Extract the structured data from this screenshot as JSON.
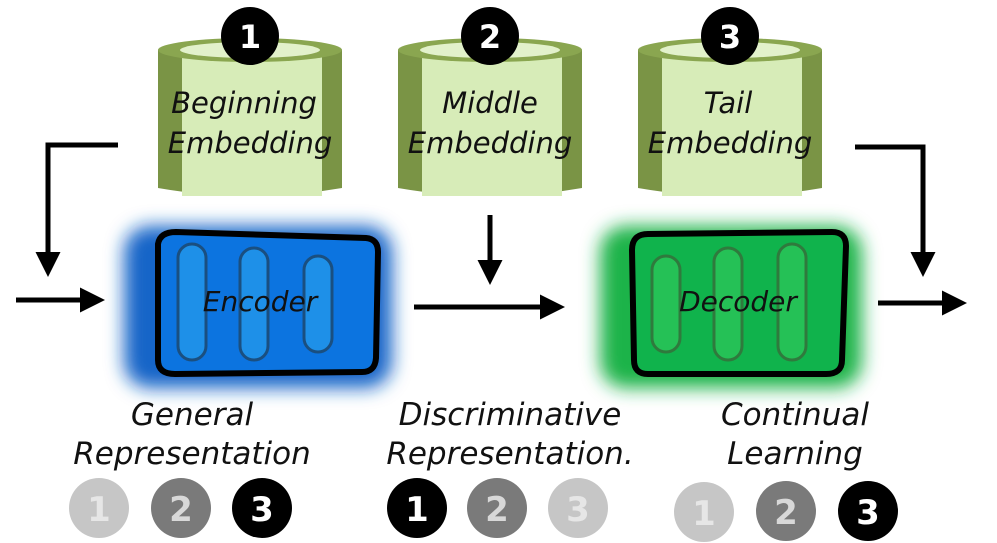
{
  "embeddings": [
    {
      "number": "1",
      "line1": "Beginning",
      "line2": "Embedding"
    },
    {
      "number": "2",
      "line1": "Middle",
      "line2": "Embedding"
    },
    {
      "number": "3",
      "line1": "Tail",
      "line2": "Embedding"
    }
  ],
  "encoder": {
    "label": "Encoder",
    "glow_color": "#1565c8",
    "body_color": "#0c74e0"
  },
  "decoder": {
    "label": "Decoder",
    "glow_color": "#1bb34a",
    "body_color": "#10b34c"
  },
  "captions": [
    {
      "line1": "General",
      "line2": "Representation"
    },
    {
      "line1": "Discriminative",
      "line2": "Representation."
    },
    {
      "line1": "Continual",
      "line2": "Learning"
    }
  ],
  "stage_badges": [
    [
      {
        "label": "1",
        "emphasis": "faint"
      },
      {
        "label": "2",
        "emphasis": "medium"
      },
      {
        "label": "3",
        "emphasis": "strong"
      }
    ],
    [
      {
        "label": "1",
        "emphasis": "strong"
      },
      {
        "label": "2",
        "emphasis": "medium"
      },
      {
        "label": "3",
        "emphasis": "faint"
      }
    ],
    [
      {
        "label": "1",
        "emphasis": "faint"
      },
      {
        "label": "2",
        "emphasis": "medium"
      },
      {
        "label": "3",
        "emphasis": "strong"
      }
    ]
  ],
  "colors": {
    "cylinder_dark": "#7a9445",
    "cylinder_light": "#d7ecb8",
    "badge_strong": "#000000",
    "badge_medium": "#7a7a7a",
    "badge_faint": "#c6c6c6"
  }
}
